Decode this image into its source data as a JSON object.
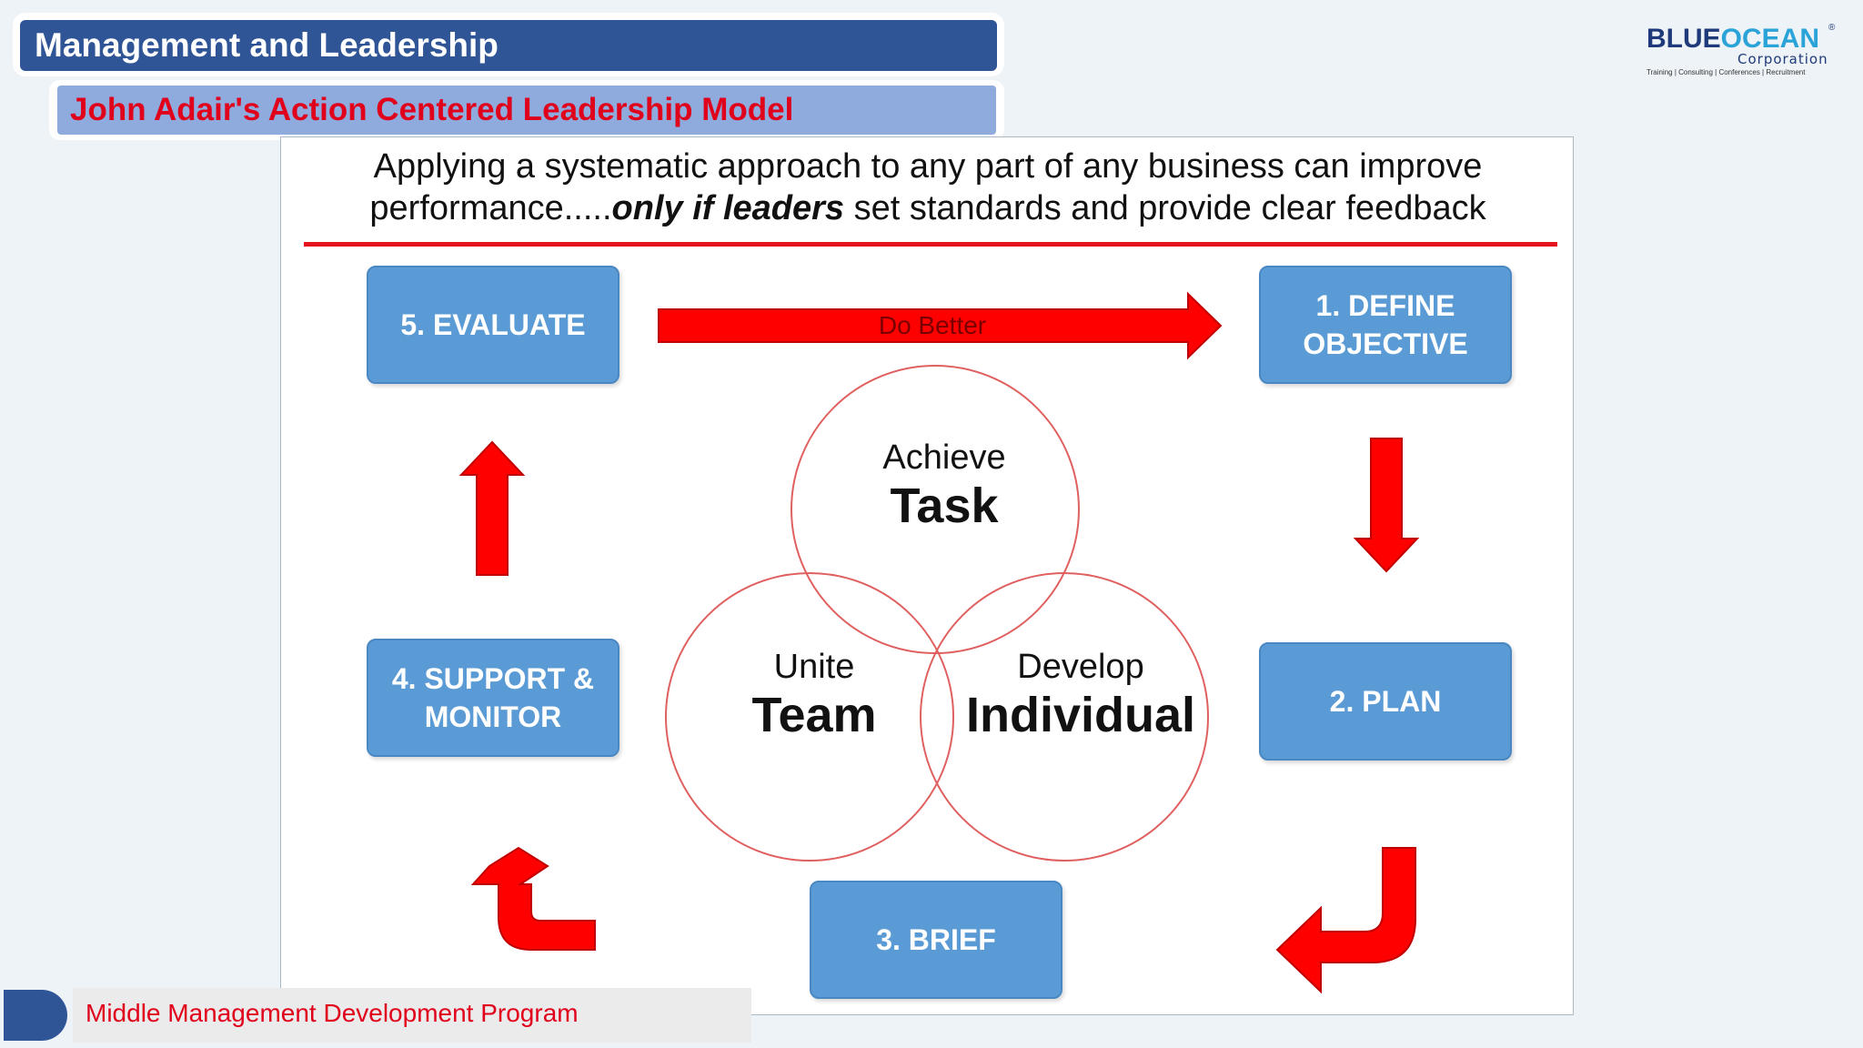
{
  "header": {
    "title": "Management and Leadership",
    "subtitle": "John Adair's Action Centered Leadership Model"
  },
  "logo": {
    "part1": "BLUE",
    "part2": "OCEAN",
    "corporation": "Corporation",
    "tagline": "Training | Consulting | Conferences | Recruitment",
    "registered": "®"
  },
  "diagram": {
    "statement_line1": "Applying a systematic approach to any part of any business can improve",
    "statement_line2_pre": "performance.....",
    "statement_line2_emph": "only if leaders",
    "statement_line2_post": " set standards and provide clear feedback",
    "arrow_label": "Do Better",
    "steps": {
      "define_objective": [
        "1. DEFINE",
        "OBJECTIVE"
      ],
      "plan": "2. PLAN",
      "brief": "3. BRIEF",
      "support_monitor": [
        "4. SUPPORT &",
        "MONITOR"
      ],
      "evaluate": "5. EVALUATE"
    },
    "circles": {
      "task": {
        "small": "Achieve",
        "big": "Task"
      },
      "team": {
        "small": "Unite",
        "big": "Team"
      },
      "individual": {
        "small": "Develop",
        "big": "Individual"
      }
    }
  },
  "footer": {
    "program": "Middle Management Development Program"
  },
  "colors": {
    "title_bar": "#2f5597",
    "subtitle_bar": "#8faadc",
    "subtitle_text": "#e0001b",
    "step_box": "#5b9bd5",
    "arrow_red": "#e5141e",
    "circle_stroke": "#e06060"
  }
}
